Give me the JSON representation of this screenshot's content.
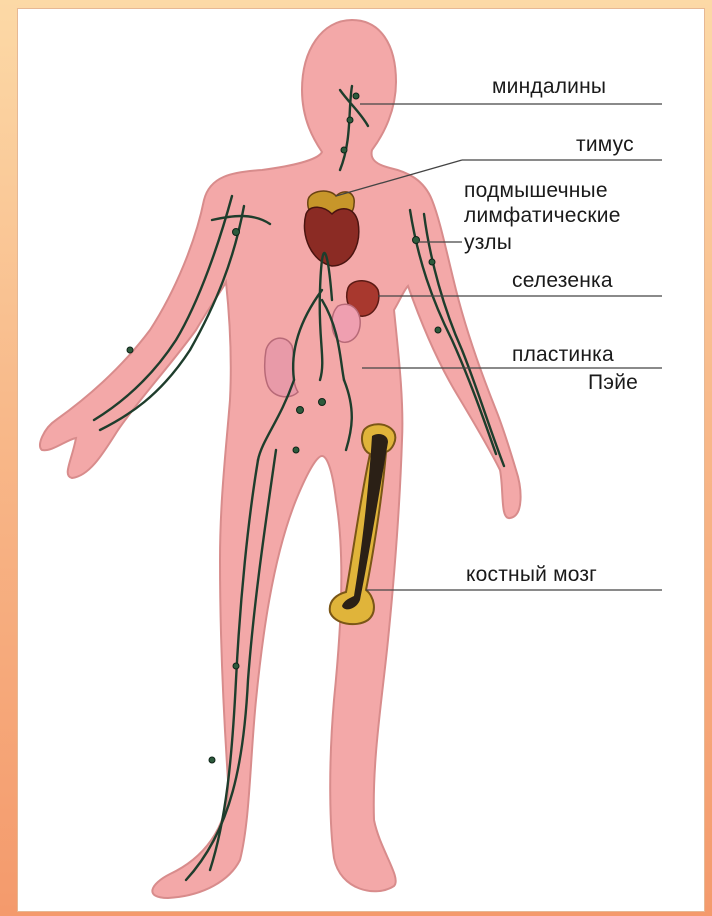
{
  "labels": {
    "tonsils": "миндалины",
    "thymus": "тимус",
    "axillary_1": "подмышечные",
    "axillary_2": "лимфатические",
    "axillary_3": "узлы",
    "spleen": "селезенка",
    "peyer_1": "пластинка",
    "peyer_2": "Пэйе",
    "marrow": "костный мозг"
  },
  "colors": {
    "background_top": "#fcd9a6",
    "background_bottom": "#f49a6c",
    "panel": "#ffffff",
    "skin": "#f3a8a8",
    "skin_outline": "#d88c8c",
    "lymph_vessel": "#1e3d2c",
    "organ": "#8b2b24",
    "bone": "#e0b43a"
  }
}
